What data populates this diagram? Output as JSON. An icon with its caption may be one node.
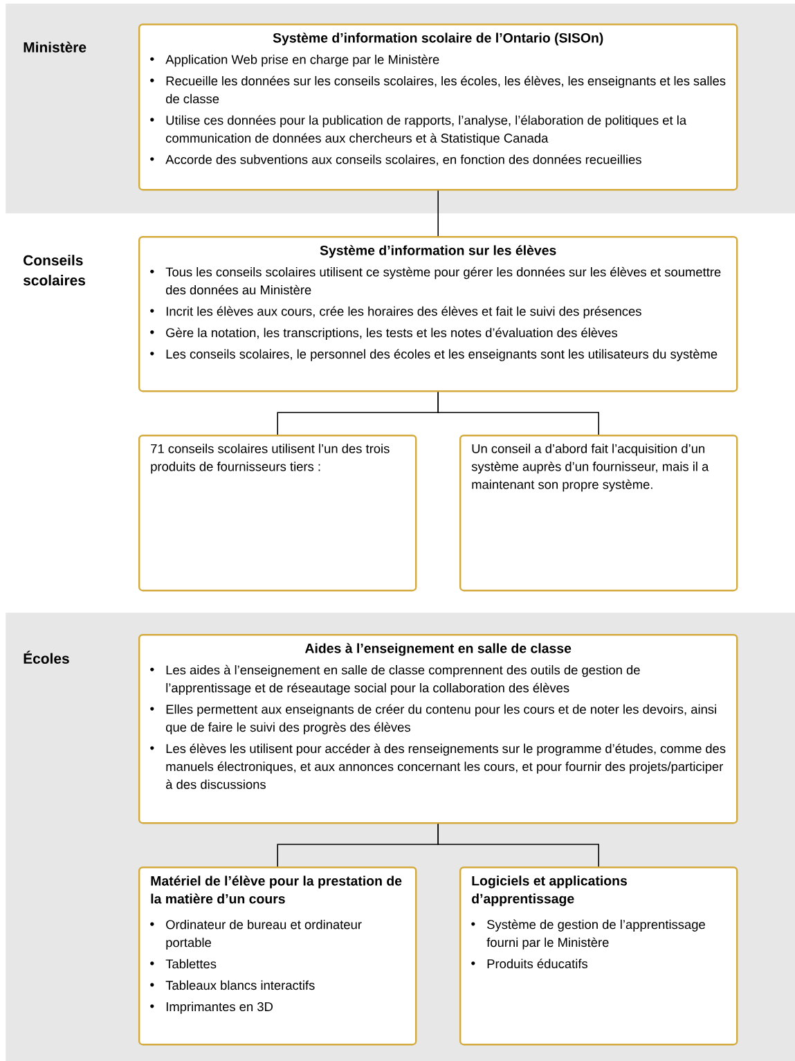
{
  "diagram": {
    "nodes": [
      {
        "text": [
          "Ministère"
        ]
      },
      {
        "text": [
          "Système d’information scolaire de l’Ontario (SISOn)",
          "Application Web prise en charge par le Ministère",
          "Recueille les données sur les conseils scolaires, les écoles, les élèves, les enseignants et les salles de classe",
          "Utilise ces données pour la publication de rapports, l’analyse, l’élaboration de politiques et la communication de données aux chercheurs et à Statistique Canada",
          "Accorde des subventions aux conseils scolaires, en fonction des données recueillies"
        ],
        "in": 0
      },
      {
        "text": [
          "Système d’information sur les élèves",
          "Tous les conseils scolaires utilisent ce système pour gérer les données sur les élèves et soumettre des données au Ministère",
          "Incrit les élèves aux cours, crée les horaires des élèves et fait le suivi des présences",
          "Gère la notation, les transcriptions, les tests et les notes d’évaluation des élèves",
          "Les conseils scolaires, le personnel des écoles et les enseignants sont les utilisateurs du système"
        ]
      },
      {
        "text": [
          "71 conseils scolaires utilisent l’un des trois produits de fournisseurs tiers :"
        ]
      },
      {
        "text": [
          "Un conseil a d’abord fait l’acquisition d’un système auprès d’un fournisseur, mais il a maintenant son propre système."
        ]
      },
      {
        "text": [
          "Écoles"
        ]
      },
      {
        "text": [
          "Aides à l’enseignement en salle de classe",
          "Les aides à l’enseignement en salle de classe comprennent des outils de gestion de l’apprentissage et de réseautage social pour la collaboration des élèves",
          "Elles permettent aux enseignants de créer du contenu pour les cours et de noter les devoirs, ainsi que de faire le suivi des progrès des élèves",
          "Les élèves les utilisent pour accéder à des renseignements sur le programme d’études, comme des manuels électroniques, et aux annonces concernant les cours, et pour fournir des projets/participer à des discussions"
        ],
        "in": 5
      },
      {
        "text": [
          "Matériel de l’élève pour la prestation de la matière d’un cours",
          "Ordinateur de bureau et ordinateur portable",
          "Tablettes",
          "Tableaux blancs interactifs",
          "Imprimantes en 3D"
        ],
        "in": 5
      },
      {
        "text": [
          "Logiciels et applications d’apprentissage",
          "Système de gestion de l’apprentissage fourni par le Ministère",
          "Produits éducatifs"
        ],
        "in": 5
      }
    ],
    "edges": [
      {
        "from": 1,
        "to": 2,
        "arrow": "none"
      },
      {
        "from": 2,
        "to": 3,
        "arrow": "none"
      },
      {
        "from": 2,
        "to": 4,
        "arrow": "none"
      },
      {
        "from": 6,
        "to": 7,
        "arrow": "none"
      },
      {
        "from": 6,
        "to": 8,
        "arrow": "none"
      }
    ],
    "labels": [
      "Conseils scolaires"
    ]
  }
}
